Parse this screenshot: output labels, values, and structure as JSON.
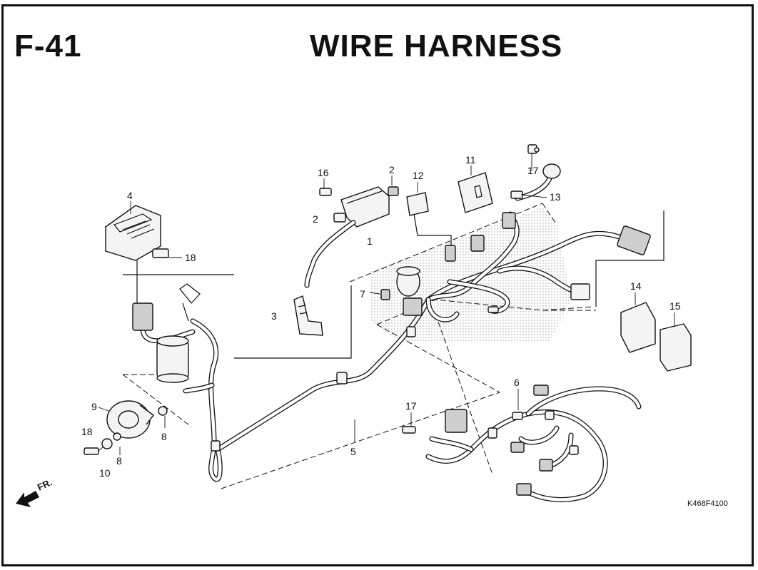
{
  "header": {
    "code": "F-41",
    "title": "WIRE HARNESS"
  },
  "drawing_code": "K468F4100",
  "fr_label": "FR.",
  "callouts": {
    "c1": "1",
    "c2a": "2",
    "c2b": "2",
    "c3": "3",
    "c4": "4",
    "c5": "5",
    "c6": "6",
    "c7": "7",
    "c8a": "8",
    "c8b": "8",
    "c9": "9",
    "c10": "10",
    "c11": "11",
    "c12": "12",
    "c13": "13",
    "c14": "14",
    "c15": "15",
    "c16": "16",
    "c17a": "17",
    "c17b": "17",
    "c18a": "18",
    "c18b": "18"
  }
}
